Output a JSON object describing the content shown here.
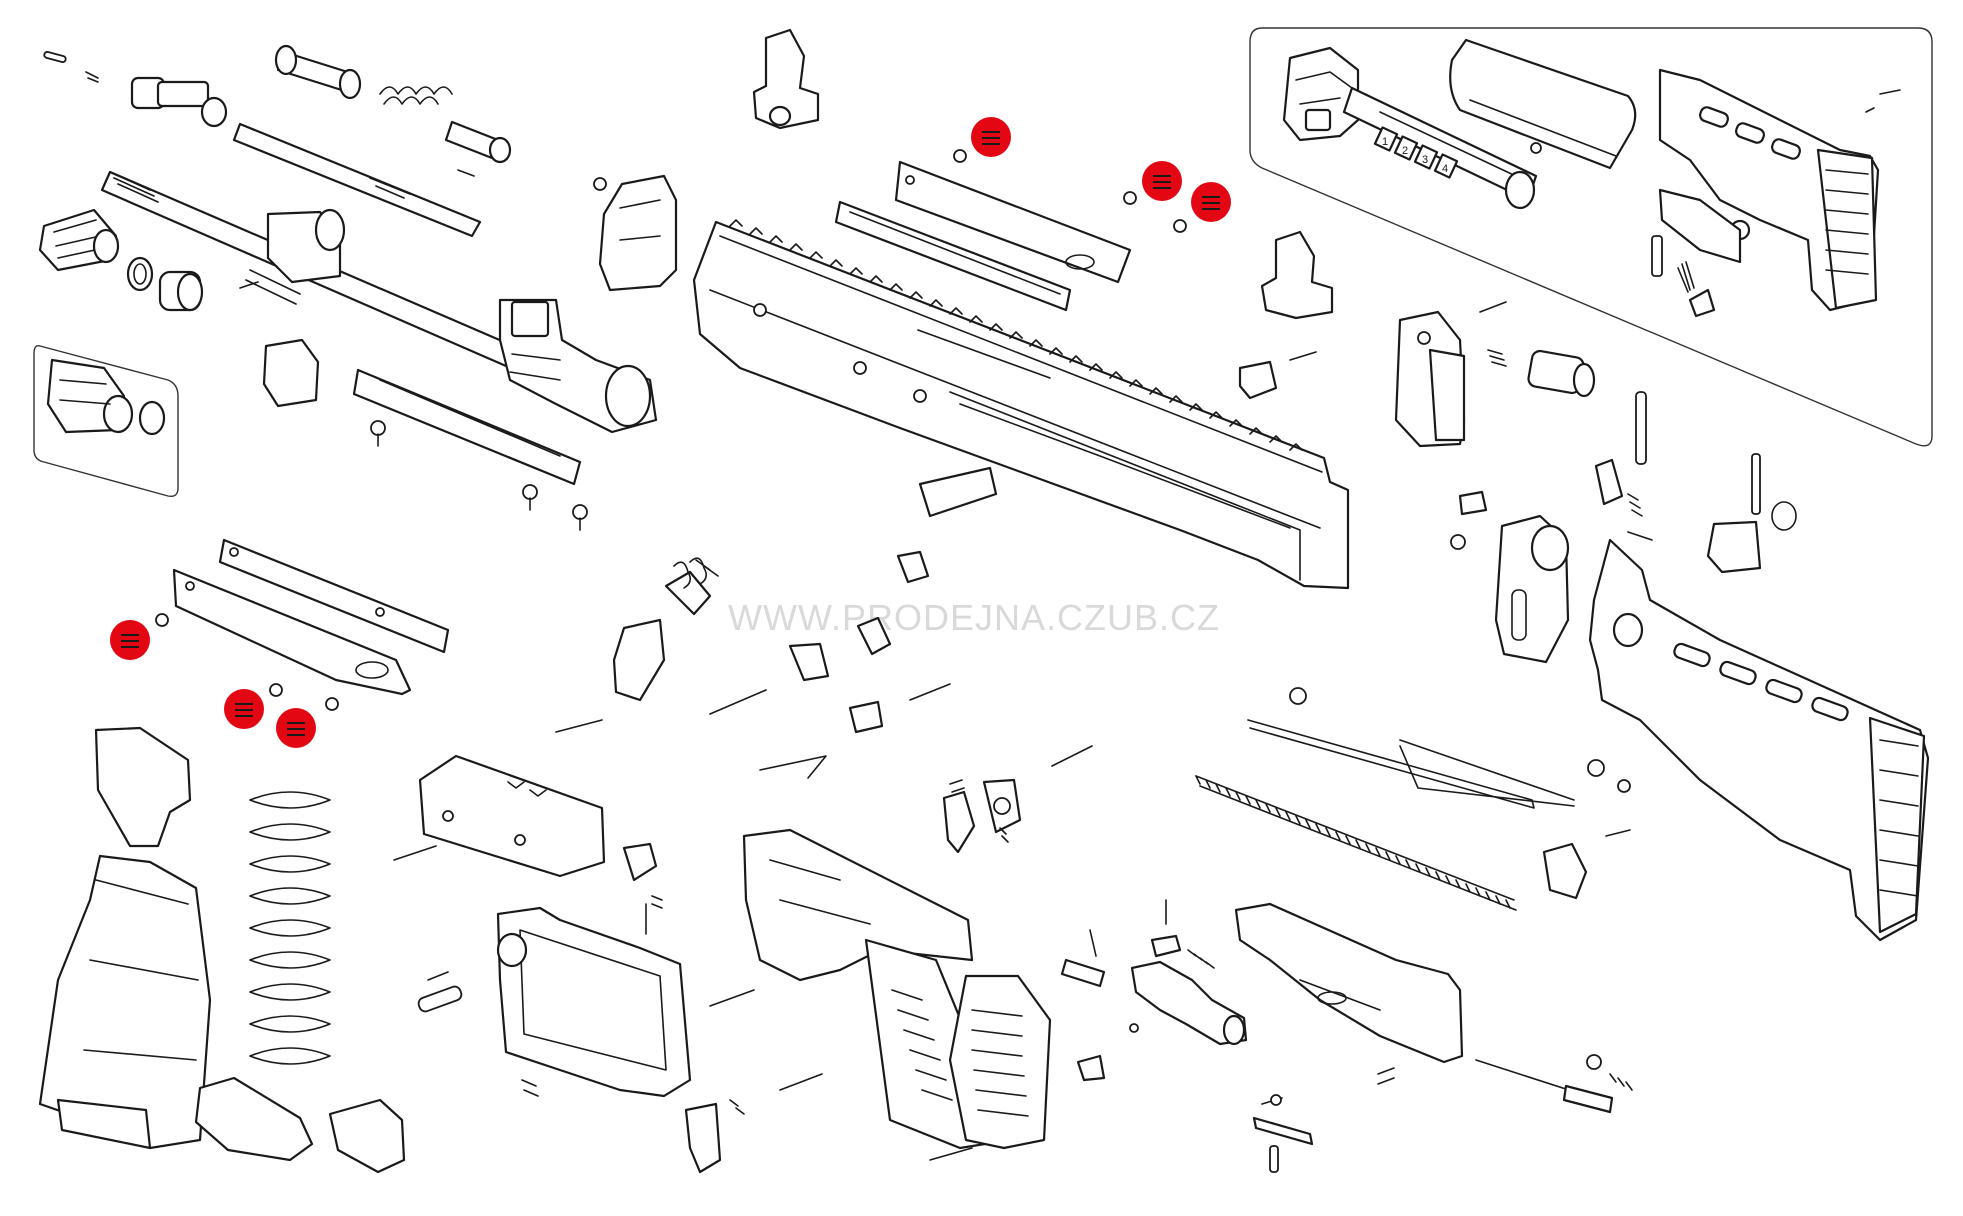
{
  "watermark": "WWW.PRODEJNA.CZUB.CZ",
  "stock_position_marks": [
    "1",
    "2",
    "3",
    "4"
  ],
  "highlight_color": "#e30613",
  "line_color": "#1a1a1a",
  "highlighted_parts": {
    "description_count": 6
  }
}
